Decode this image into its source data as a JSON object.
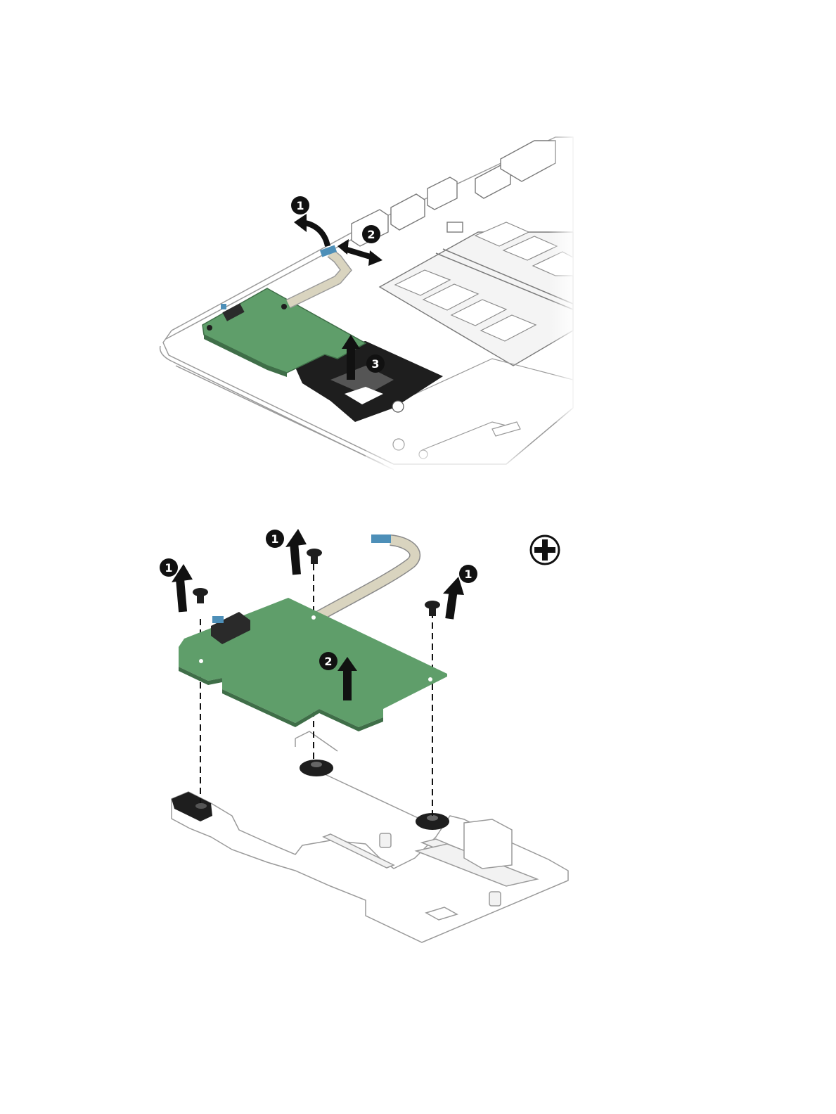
{
  "top_figure": {
    "callouts": [
      "1",
      "2",
      "3"
    ]
  },
  "bottom_figure": {
    "callouts": [
      "1",
      "1",
      "1",
      "2"
    ],
    "screw_type_icon": "phillips-head-icon"
  },
  "colors": {
    "board_green": "#5f9e6a",
    "bracket_black": "#1e1e1e",
    "callout_black": "#111111",
    "line_gray": "#9a9a9a",
    "cable_tan": "#d9d4bf",
    "connector_blue": "#4d8fb8"
  }
}
